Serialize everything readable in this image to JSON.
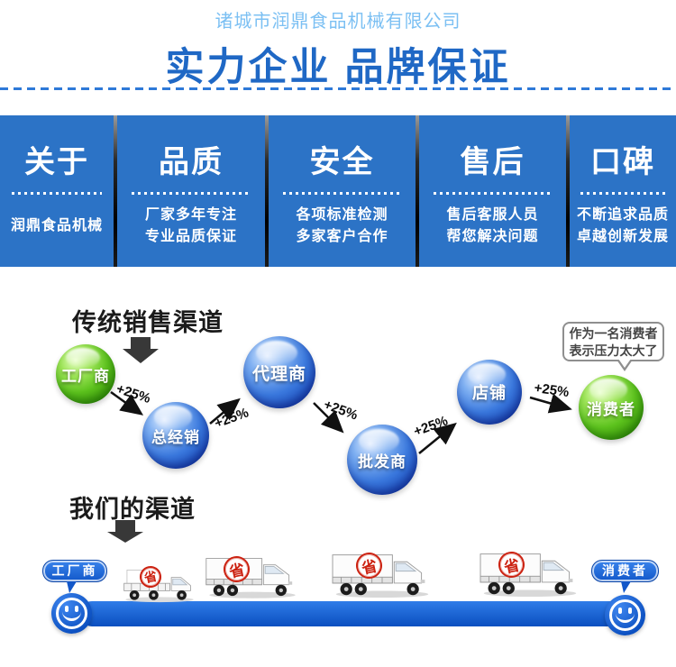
{
  "header": {
    "company": "诸城市润鼎食品机械有限公司",
    "title": "实力企业 品牌保证"
  },
  "banner": {
    "panels": [
      {
        "title": "关于",
        "lines": [
          "润鼎食品机械"
        ]
      },
      {
        "title": "品质",
        "lines": [
          "厂家多年专注",
          "专业品质保证"
        ]
      },
      {
        "title": "安全",
        "lines": [
          "各项标准检测",
          "多家客户合作"
        ]
      },
      {
        "title": "售后",
        "lines": [
          "售后客服人员",
          "帮您解决问题"
        ]
      },
      {
        "title": "口碑",
        "lines": [
          "不断追求品质",
          "卓越创新发展"
        ]
      }
    ]
  },
  "traditional": {
    "heading": "传统销售渠道",
    "nodes": [
      {
        "label": "工厂商",
        "color": "green"
      },
      {
        "label": "总经销",
        "color": "blue"
      },
      {
        "label": "代理商",
        "color": "blue"
      },
      {
        "label": "批发商",
        "color": "blue"
      },
      {
        "label": "店铺",
        "color": "blue"
      },
      {
        "label": "消费者",
        "color": "green"
      }
    ],
    "rates": [
      "+25%",
      "+25%",
      "+25%",
      "+25%",
      "+25%"
    ],
    "bubble": {
      "line1": "作为一名消费者",
      "line2": "表示压力太大了"
    }
  },
  "ours": {
    "heading": "我们的渠道",
    "factory_label": "工厂商",
    "consumer_label": "消费者",
    "stamp": "省"
  },
  "colors": {
    "company_name": "#7cc0f3",
    "title_blue": "#1f68c5",
    "dash_blue": "#2e79d8",
    "banner_blue": "#2c73c6",
    "bar_blue": "#1160db",
    "pill_blue": "#1d66dd",
    "ball_green": "#54b31a",
    "ball_blue": "#2763d0",
    "stamp_red": "#cc2211",
    "arrow_dark": "#2f2f2f",
    "bubble_border": "#8f8f8f"
  }
}
